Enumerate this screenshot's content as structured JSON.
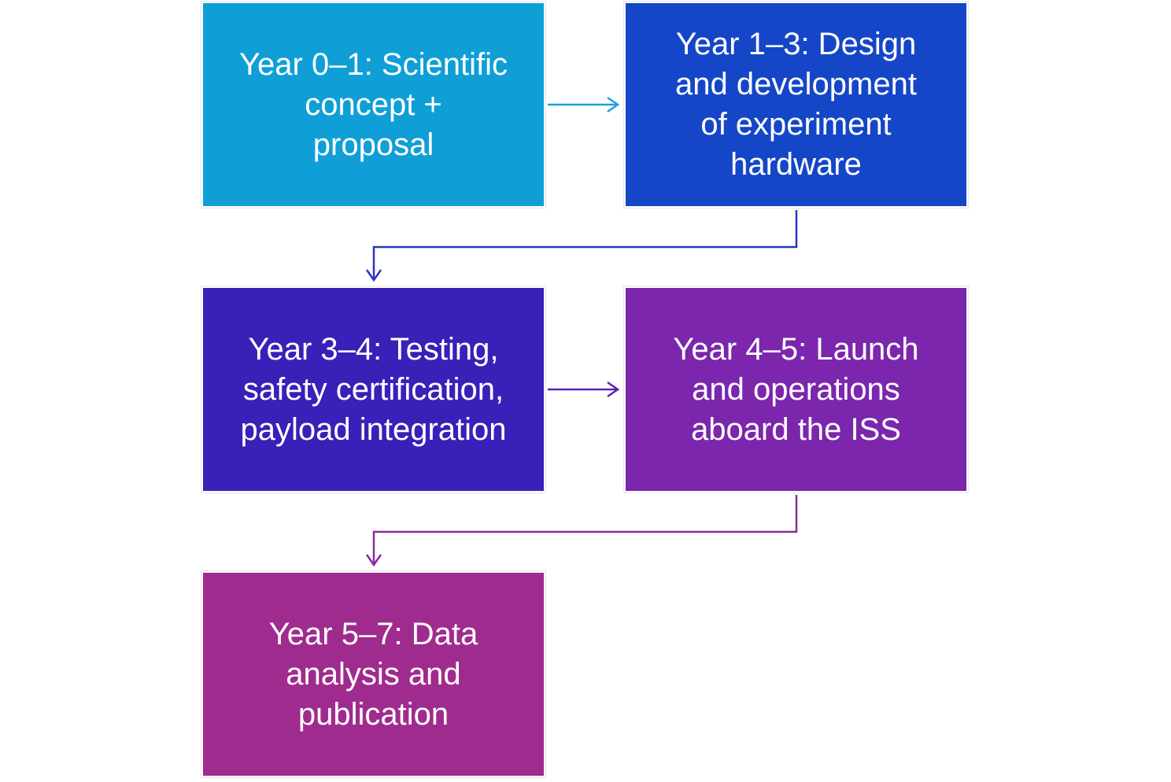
{
  "steps": [
    {
      "label": "Year 0–1: Scientific\nconcept +\nproposal",
      "color": "#0f9fd6"
    },
    {
      "label": "Year 1–3: Design\nand development\nof experiment\nhardware",
      "color": "#1546c8"
    },
    {
      "label": "Year 3–4: Testing,\nsafety certification,\npayload integration",
      "color": "#3a1fb8"
    },
    {
      "label": "Year 4–5: Launch\nand operations\naboard the ISS",
      "color": "#7b26ad"
    },
    {
      "label": "Year 5–7: Data\nanalysis and\npublication",
      "color": "#a02b8e"
    }
  ],
  "connector_colors": [
    "#1f9fd8",
    "#2a35c0",
    "#5a22b3",
    "#8a2aa6"
  ]
}
